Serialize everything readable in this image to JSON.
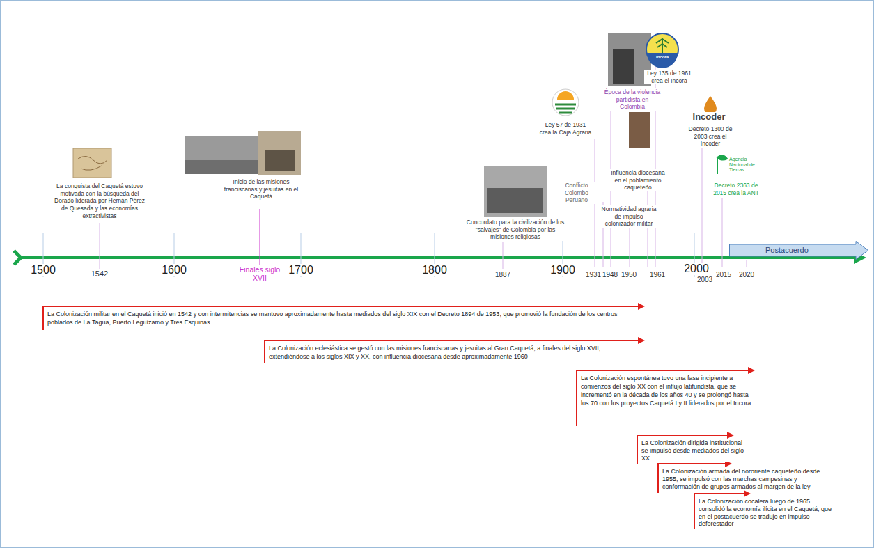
{
  "diagram": {
    "nodes": [
      {
        "text": [
          "Postacuerdo"
        ]
      }
    ],
    "labels": [
      "La conquista del Caquetá estuvo motivada con la búsqueda del Dorado liderada por Hernán Pérez de Quesada y las economías extractivistas",
      "Inicio de las misiones franciscanas y jesuitas en el Caquetá",
      "Concordato para la civilización de los \"salvajes\" de Colombia por las misiones religiosas",
      "Ley 57 de 1931 crea la Caja Agraria",
      "Época de la violencia partidista en Colombia",
      "Ley 135 de 1961 crea el Incora",
      "Conflicto Colombo Peruano",
      "Influencia diocesana en el poblamiento caqueteño",
      "Normatividad agraria de impulso colonizador militar",
      "Incoder",
      "Decreto 1300 de 2003 crea el Incoder",
      "Agencia Nacional de Tierras",
      "Decreto 2363 de 2015 crea la ANT",
      "Incora",
      "1500",
      "1542",
      "1600",
      "Finales siglo XVII",
      "1700",
      "1800",
      "1887",
      "1900",
      "1931",
      "1948",
      "1950",
      "1961",
      "2000",
      "2003",
      "2015",
      "2020",
      "La Colonización militar en el Caquetá inició en 1542 y con intermitencias se mantuvo aproximadamente hasta mediados del siglo XIX con el Decreto 1894 de 1953, que promovió la fundación de los centros poblados de La Tagua, Puerto Leguízamo y Tres Esquinas",
      "La Colonización eclesiástica se gestó con las misiones franciscanas y jesuitas al Gran Caquetá, a finales del siglo XVII, extendiéndose a los siglos XIX y XX, con influencia diocesana desde aproximadamente 1960",
      "La Colonización espontánea tuvo una fase incipiente a comienzos del siglo XX con el influjo latifundista, que se incrementó en la década de los años 40 y se prolongó hasta los 70 con los proyectos Caquetá I y II liderados por el Incora",
      "La Colonización dirigida institucional se impulsó desde mediados del siglo XX",
      "La Colonización armada del nororiente caqueteño desde 1955, se impulsó con las marchas campesinas y conformación de grupos armados al margen de la ley",
      "La Colonización cocalera luego de 1965 consolidó la economía ilícita en el Caquetá, que en el postacuerdo se tradujo en impulso deforestador"
    ]
  }
}
